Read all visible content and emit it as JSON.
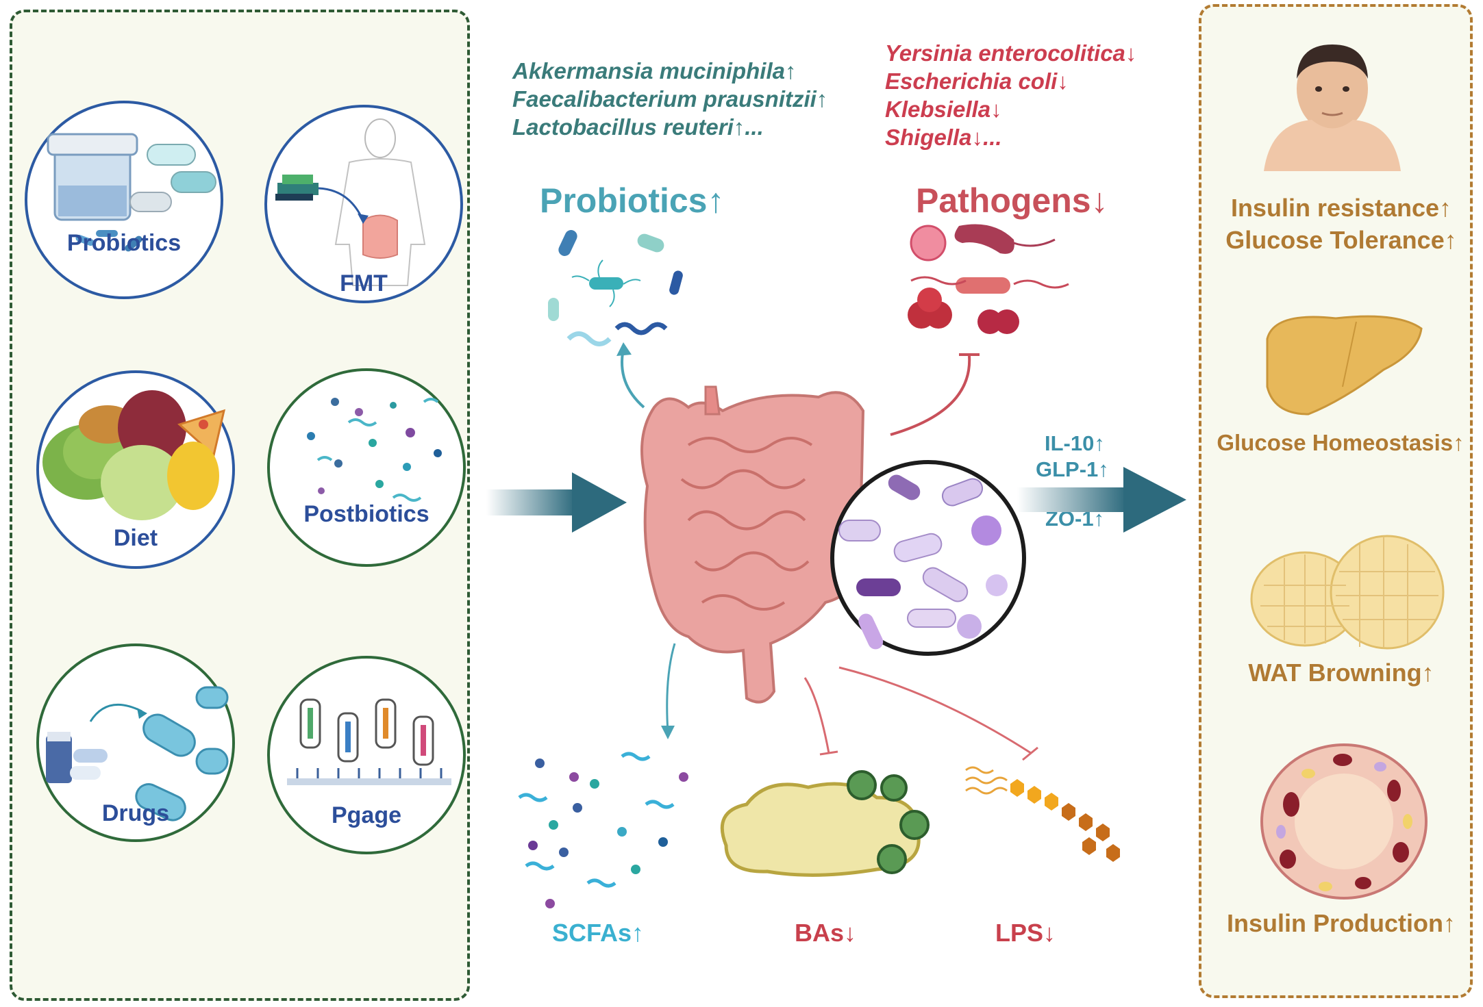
{
  "left_panel": {
    "interventions": [
      {
        "label": "Probiotics"
      },
      {
        "label": "FMT"
      },
      {
        "label": "Diet"
      },
      {
        "label": "Postbiotics"
      },
      {
        "label": "Drugs"
      },
      {
        "label": "Pgage"
      }
    ]
  },
  "center": {
    "beneficial_species": [
      "Akkermansia muciniphila↑",
      "Faecalibacterium prausnitzii↑",
      "Lactobacillus reuteri↑..."
    ],
    "pathogen_species": [
      "Yersinia enterocolitica↓",
      "Escherichia coli↓",
      "Klebsiella↓",
      "Shigella↓..."
    ],
    "probiotics_heading": "Probiotics↑",
    "pathogens_heading": "Pathogens↓",
    "markers": [
      "IL-10↑",
      "GLP-1↑",
      "ZO-1↑"
    ],
    "metabolites": [
      {
        "label": "SCFAs↑"
      },
      {
        "label": "BAs↓"
      },
      {
        "label": "LPS↓"
      }
    ]
  },
  "right_panel": {
    "outcomes": [
      {
        "label": "Insulin resistance↑"
      },
      {
        "label": "Glucose Tolerance↑"
      },
      {
        "label": "Glucose Homeostasis↑"
      },
      {
        "label": "WAT Browning↑"
      },
      {
        "label": "Insulin Production↑"
      }
    ]
  },
  "colors": {
    "teal_text": "#3a7b7a",
    "red_text": "#cc3d4f",
    "probiotics_heading": "#4aa3b5",
    "pathogens_heading": "#c8505a",
    "outcome_text": "#b07a33",
    "label_blue": "#2c4e9a",
    "arrow": "#2d6a7d",
    "gut": "#e59a97"
  },
  "icons": [
    "yogurt-capsule-icon",
    "human-body-icon",
    "food-icon",
    "postbiotic-dots-icon",
    "drug-bacteria-icon",
    "phage-icon",
    "intestine-icon",
    "microbiome-lens-icon",
    "face-icon",
    "liver-icon",
    "adipose-tissue-icon",
    "pancreas-islet-icon"
  ]
}
